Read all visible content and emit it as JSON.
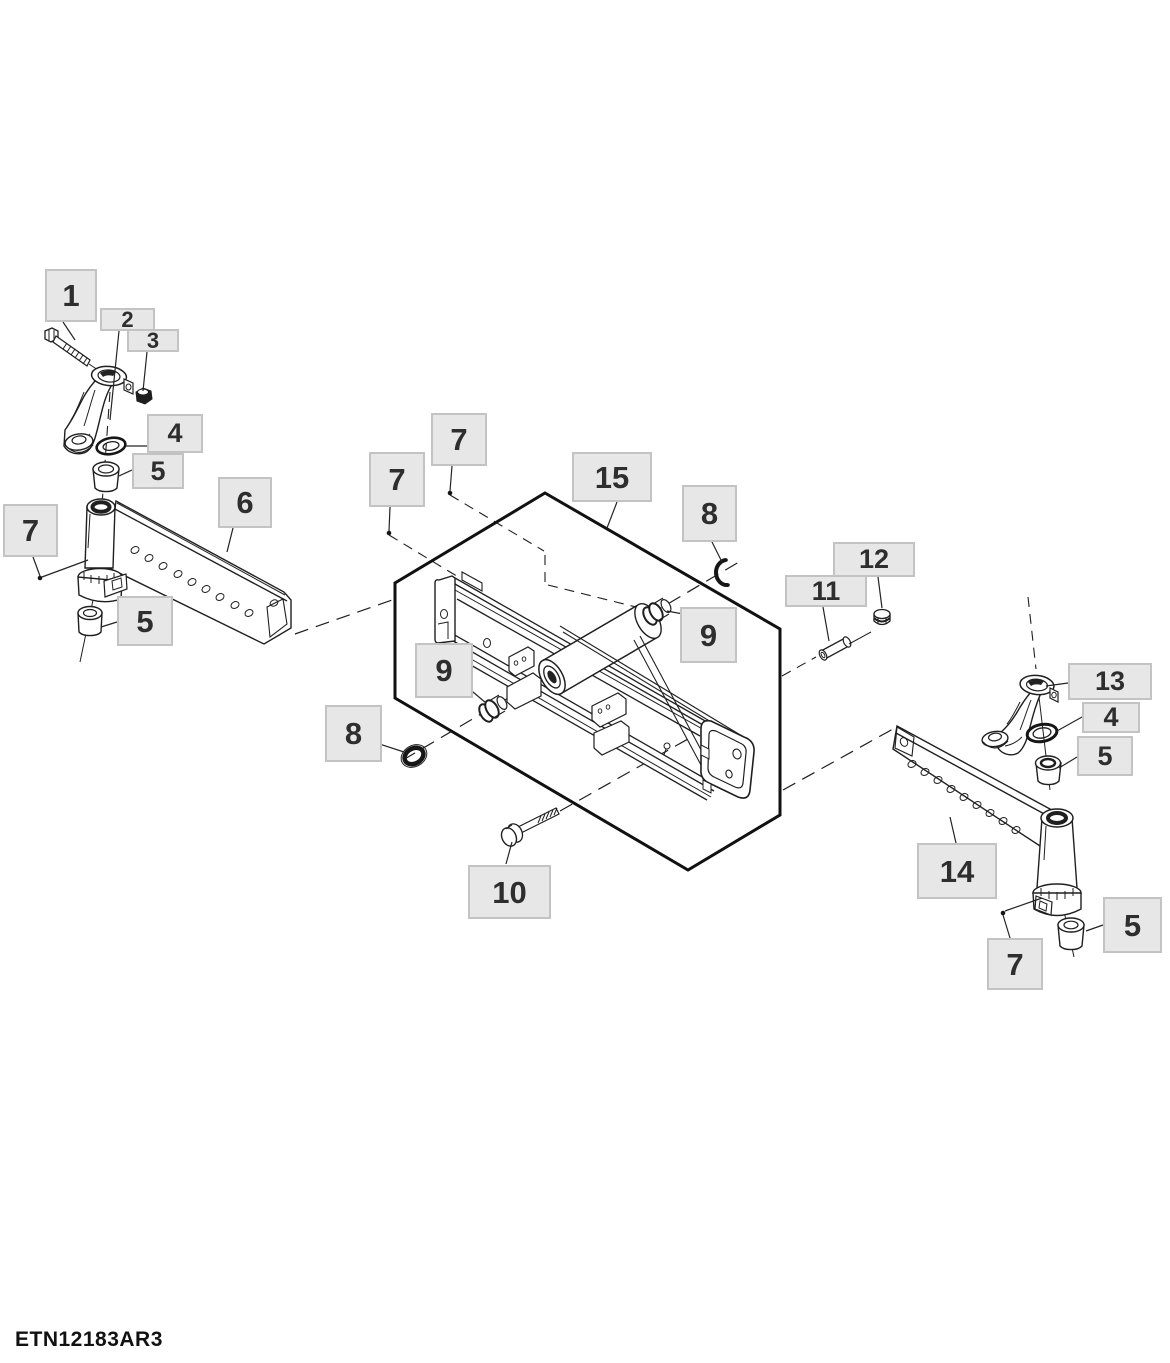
{
  "figure": {
    "code": "ETN12183AR3",
    "kind": "exploded-parts-diagram"
  },
  "colors": {
    "background": "#ffffff",
    "line": "#1f1f1f",
    "callout_fill": "#e7e7e7",
    "callout_border": "#c3c3c3",
    "callout_text": "#2e2e2e"
  },
  "callouts": [
    "1",
    "2",
    "3",
    "4",
    "5",
    "6",
    "7",
    "5",
    "7",
    "7",
    "15",
    "8",
    "9",
    "9",
    "8",
    "10",
    "11",
    "12",
    "13",
    "4",
    "5",
    "14",
    "5",
    "7"
  ]
}
